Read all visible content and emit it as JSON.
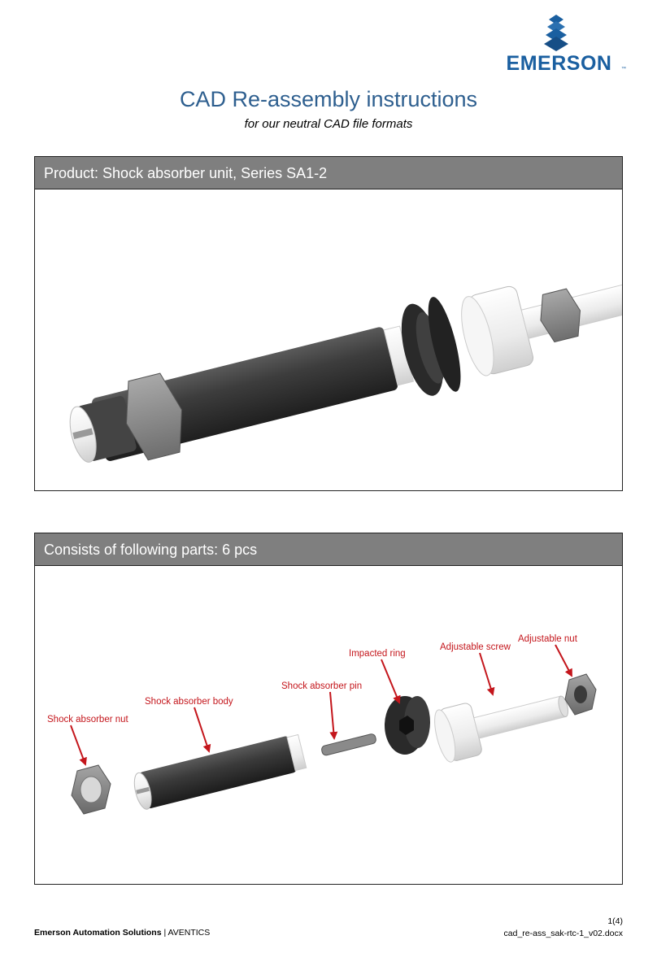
{
  "header": {
    "logo_text": "EMERSON",
    "logo_tm": "™",
    "brand_color": "#1a5fa0"
  },
  "title": "CAD Re-assembly instructions",
  "subtitle": "for our neutral CAD file formats",
  "product_section": {
    "heading": "Product: Shock absorber unit, Series SA1-2",
    "header_bg": "#7f7f7f"
  },
  "parts_section": {
    "heading": "Consists of following parts: 6 pcs",
    "labels": {
      "nut": "Shock absorber nut",
      "body": "Shock absorber body",
      "pin": "Shock absorber pin",
      "ring": "Impacted ring",
      "screw": "Adjustable screw",
      "adj_nut": "Adjustable nut"
    },
    "label_color": "#c4161c"
  },
  "footer": {
    "company_bold": "Emerson Automation Solutions",
    "separator": " | ",
    "company_rest": "AVENTICS",
    "page": "1(4)",
    "filename": "cad_re-ass_sak-rtc-1_v02.docx"
  }
}
